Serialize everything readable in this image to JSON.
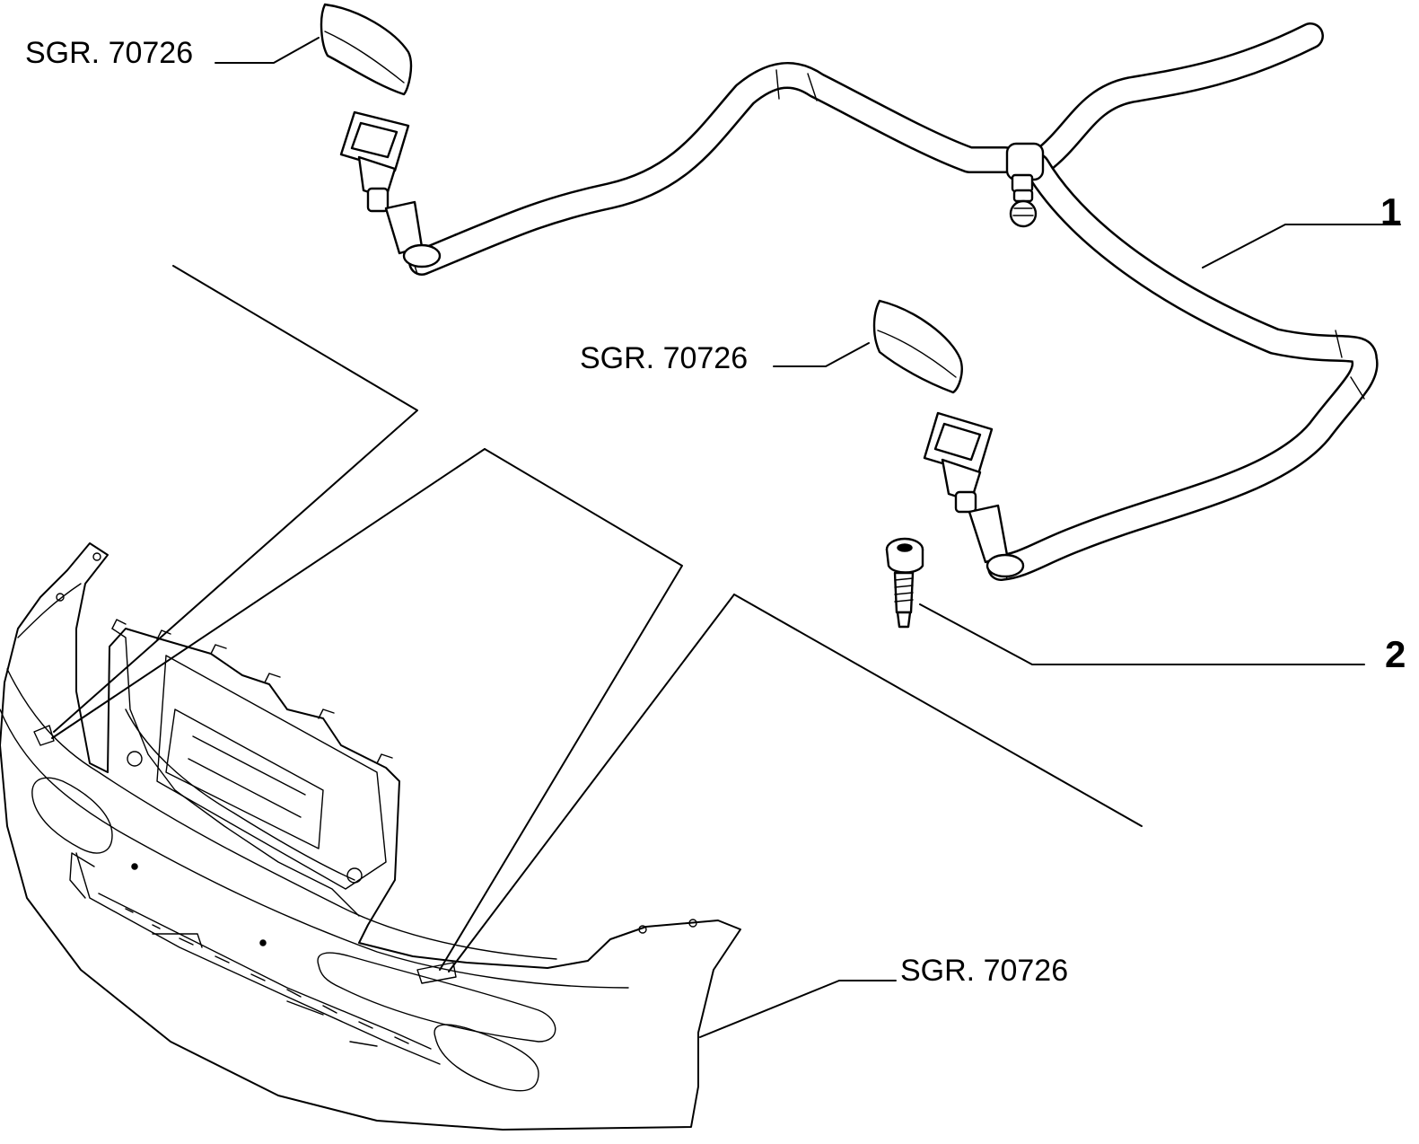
{
  "labels": {
    "ref_top_left": "SGR. 70726",
    "ref_middle": "SGR. 70726",
    "ref_bottom": "SGR. 70726",
    "part_1": "1",
    "part_2": "2"
  },
  "parts": [
    {
      "number": "1",
      "icon": "washer-hose-assembly-icon"
    },
    {
      "number": "2",
      "icon": "screw-icon"
    }
  ],
  "colors": {
    "line": "#000000",
    "background": "#ffffff"
  }
}
